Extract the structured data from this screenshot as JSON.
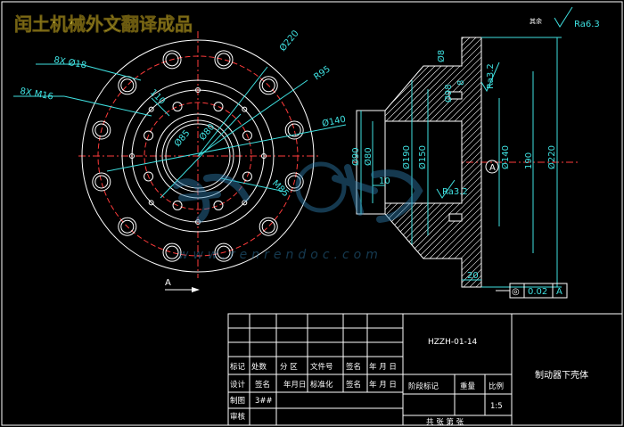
{
  "watermark": {
    "title": "闰土机械外文翻译成品",
    "domain": "www.renrendoc.com"
  },
  "roughness": {
    "prefix": "其余",
    "general": "Ra6.3",
    "local": "Ra3.2",
    "side": "Ra3.2"
  },
  "dims": {
    "holes_18": "8X Ø18",
    "holes_m16": "8X M16",
    "d220_top": "Ø220",
    "r95": "R95",
    "d110": "110",
    "d140_left": "Ø140",
    "d85": "Ø85",
    "d80": "Ø80",
    "m85": "M85",
    "d8": "Ø8",
    "d98": "Ø98",
    "d8b": "8",
    "d90": "Ø90",
    "d80b": "Ø80",
    "d190": "Ø190",
    "d150": "Ø150",
    "d140_side": "Ø140",
    "d220_side": "Ø220",
    "h190": "190",
    "w10": "10",
    "w20": "20",
    "datum": "A",
    "section": "A",
    "tol_value": "0.02",
    "tol_ref": "A"
  },
  "title_block": {
    "drawing_no": "HZZH-01-14",
    "part_name": "制动器下壳体",
    "row1": [
      "标记",
      "处数",
      "分 区",
      "文件号",
      "签名",
      "年 月 日"
    ],
    "row2": [
      "设计",
      "签名",
      "年月日",
      "标准化",
      "签名",
      "年 月 日"
    ],
    "row3": [
      "制图",
      "3##"
    ],
    "row4": [
      "审核"
    ],
    "stage_mark": "阶段标记",
    "weight": "重量",
    "scale": "比例",
    "scale_value": "1:5",
    "sheet": "共  张 第  张"
  }
}
